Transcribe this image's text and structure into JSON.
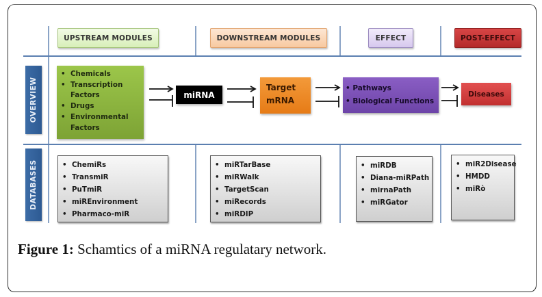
{
  "columns": [
    {
      "id": "upstream",
      "label": "UPSTREAM MODULES",
      "color": "#d8efb8"
    },
    {
      "id": "downstream",
      "label": "DOWNSTREAM MODULES",
      "color": "#f8c9a0"
    },
    {
      "id": "effect",
      "label": "EFFECT",
      "color": "#d6c8ee"
    },
    {
      "id": "post_effect",
      "label": "POST-EFFECT",
      "color": "#c23232"
    }
  ],
  "rows": {
    "overview": "OVERVIEW",
    "databases": "DATABASES"
  },
  "overview": {
    "upstream_items": [
      "Chemicals",
      "Transcription",
      "Factors",
      "Drugs",
      "Environmental",
      "Factors"
    ],
    "mirna": "miRNA",
    "target_line1": "Target",
    "target_line2": "mRNA",
    "effect_items": [
      "Pathways",
      "Biological Functions"
    ],
    "diseases": "Diseases",
    "arrow_types": [
      "activation",
      "inhibition"
    ]
  },
  "databases": {
    "upstream": [
      "ChemiRs",
      "TransmiR",
      "PuTmiR",
      "miREnvironment",
      "Pharmaco-miR"
    ],
    "downstream": [
      "miRTarBase",
      "miRWalk",
      "TargetScan",
      "miRecords",
      "miRDIP"
    ],
    "effect": [
      "miRDB",
      "Diana-miRPath",
      "mirnaPath",
      "miRGator"
    ],
    "post_effect": [
      "miR2Disease",
      "HMDD",
      "miRò"
    ]
  },
  "caption": {
    "label": "Figure 1:",
    "text": " Schamtics of a miRNA regulatary network."
  }
}
